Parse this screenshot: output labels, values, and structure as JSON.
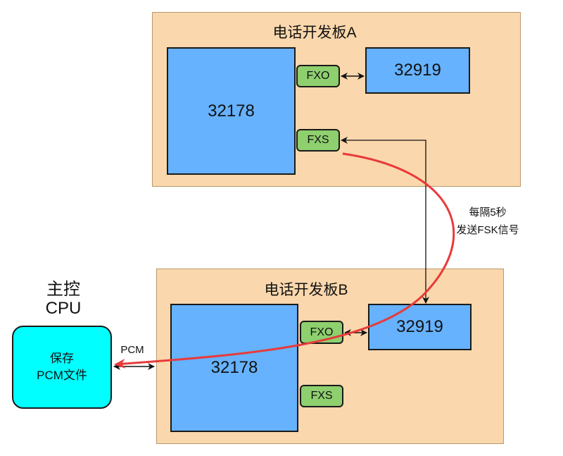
{
  "board_a": {
    "title": "电话开发板A",
    "main_chip": "32178",
    "fxo": "FXO",
    "fxs": "FXS",
    "slic_chip": "32919"
  },
  "board_b": {
    "title": "电话开发板B",
    "main_chip": "32178",
    "fxo": "FXO",
    "fxs": "FXS",
    "slic_chip": "32919"
  },
  "host": {
    "title_line1": "主控",
    "title_line2": "CPU",
    "box_line1": "保存",
    "box_line2": "PCM文件"
  },
  "pcm_label": "PCM",
  "signal_note": {
    "line1": "每隔5秒",
    "line2": "发送FSK信号"
  },
  "colors": {
    "board": "#fad7ac",
    "chip": "#66b2ff",
    "port": "#8ecf6e",
    "host": "#00ffff",
    "signal": "#e83a3a"
  }
}
